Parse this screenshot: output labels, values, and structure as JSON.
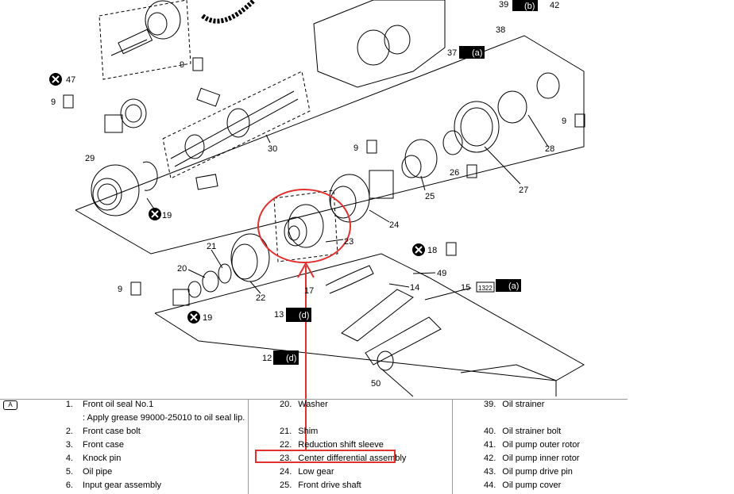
{
  "callouts": [
    "39",
    "42",
    "38",
    "37",
    "9",
    "47",
    "9",
    "30",
    "9",
    "26",
    "27",
    "29",
    "19",
    "24",
    "25",
    "28",
    "9",
    "23",
    "18",
    "21",
    "20",
    "49",
    "9",
    "22",
    "17",
    "14",
    "15",
    "19",
    "13",
    "12",
    "50"
  ],
  "badges": {
    "b": "(b)",
    "a": "(a)",
    "d": "(d)",
    "code": "1322"
  },
  "legend": {
    "rows": [
      {
        "n1": "1.",
        "t1": "Front oil seal No.1",
        "n2": "20.",
        "t2": "Washer",
        "n3": "39.",
        "t3": "Oil strainer"
      },
      {
        "n1": "",
        "t1": ": Apply grease 99000-25010 to oil seal lip.",
        "n2": "",
        "t2": "",
        "n3": "",
        "t3": ""
      },
      {
        "n1": "2.",
        "t1": "Front case bolt",
        "n2": "21.",
        "t2": "Shim",
        "n3": "40.",
        "t3": "Oil strainer bolt"
      },
      {
        "n1": "3.",
        "t1": "Front case",
        "n2": "22.",
        "t2": "Reduction shift sleeve",
        "n3": "41.",
        "t3": "Oil pump outer rotor"
      },
      {
        "n1": "4.",
        "t1": "Knock pin",
        "n2": "23.",
        "t2": "Center differential assembly",
        "n3": "42.",
        "t3": "Oil pump inner rotor"
      },
      {
        "n1": "5.",
        "t1": "Oil pipe",
        "n2": "24.",
        "t2": "Low gear",
        "n3": "43.",
        "t3": "Oil pump drive pin"
      },
      {
        "n1": "6.",
        "t1": "Input gear assembly",
        "n2": "25.",
        "t2": "Front drive shaft",
        "n3": "44.",
        "t3": "Oil pump cover"
      }
    ]
  },
  "highlight_color": "#e03030"
}
